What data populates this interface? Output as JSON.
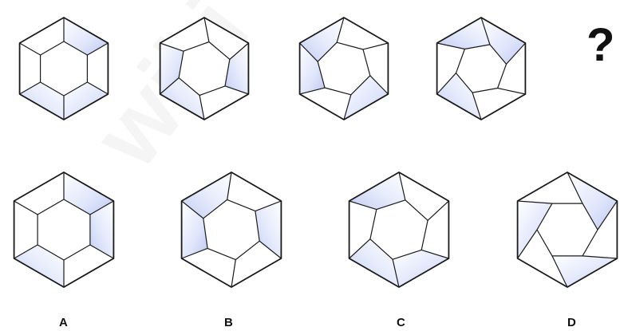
{
  "puzzle": {
    "question_mark": "?",
    "options": [
      {
        "label": "A"
      },
      {
        "label": "B"
      },
      {
        "label": "C"
      },
      {
        "label": "D"
      }
    ]
  },
  "colors": {
    "stroke": "#1a1a1a",
    "shade": "#c9d2f3",
    "shade_light": "#eef1fc",
    "background": "#ffffff"
  }
}
